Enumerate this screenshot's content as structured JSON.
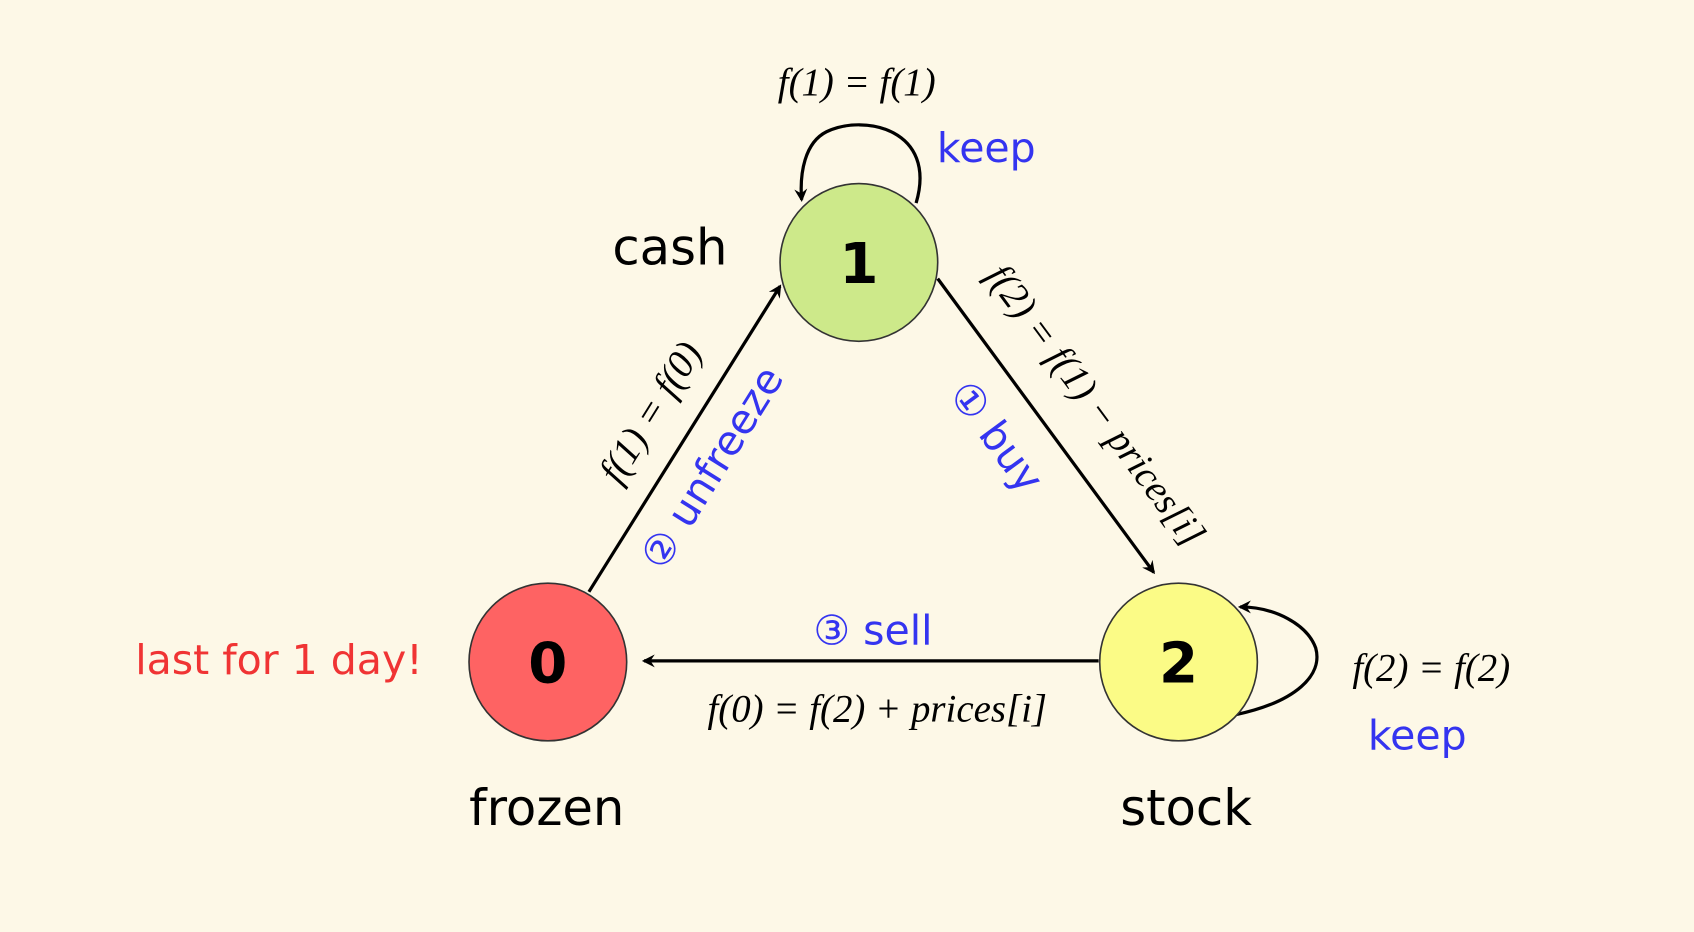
{
  "colors": {
    "background": "#fdf8e7",
    "node0": "#fe6363",
    "node1": "#cde98a",
    "node2": "#fbfb86",
    "action": "#3434f0",
    "warning": "#f03434"
  },
  "nodes": [
    {
      "id": "0",
      "state": "frozen"
    },
    {
      "id": "1",
      "state": "cash"
    },
    {
      "id": "2",
      "state": "stock"
    }
  ],
  "edges": {
    "keep_cash": {
      "action": "keep",
      "formula": "f(1) = f(1)"
    },
    "buy": {
      "action": "① buy",
      "formula": "f(2) = f(1) − prices[i]"
    },
    "sell": {
      "action": "③ sell",
      "formula": "f(0) = f(2) + prices[i]"
    },
    "unfreeze": {
      "action": "② unfreeze",
      "formula": "f(1) = f(0)"
    },
    "keep_stock": {
      "action": "keep",
      "formula": "f(2) = f(2)"
    }
  },
  "note": "last for 1 day!"
}
